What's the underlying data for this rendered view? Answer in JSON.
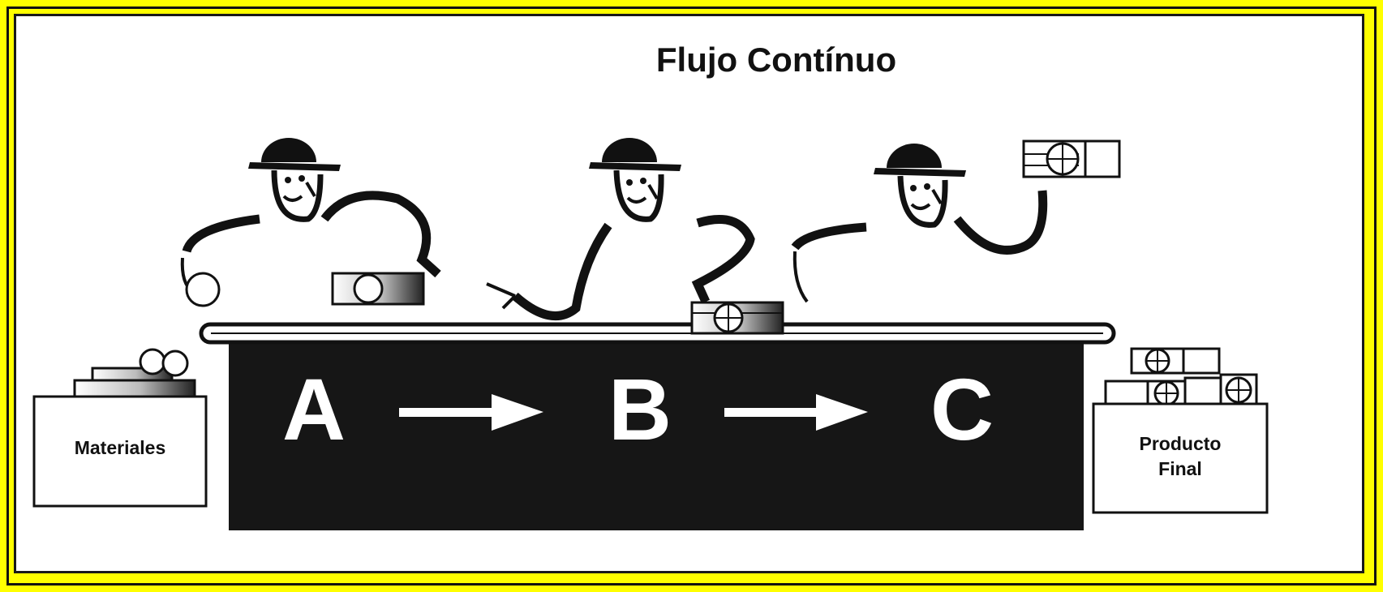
{
  "title": "Flujo Contínuo",
  "stations": [
    "A",
    "B",
    "C"
  ],
  "bins": {
    "input_label": "Materiales",
    "output_label_line1": "Producto",
    "output_label_line2": "Final"
  },
  "colors": {
    "frame": "#ffff00",
    "ink": "#111111",
    "background": "#ffffff"
  },
  "icons": [
    "worker-icon",
    "arrow-right-icon",
    "part-icon",
    "bin-icon"
  ]
}
